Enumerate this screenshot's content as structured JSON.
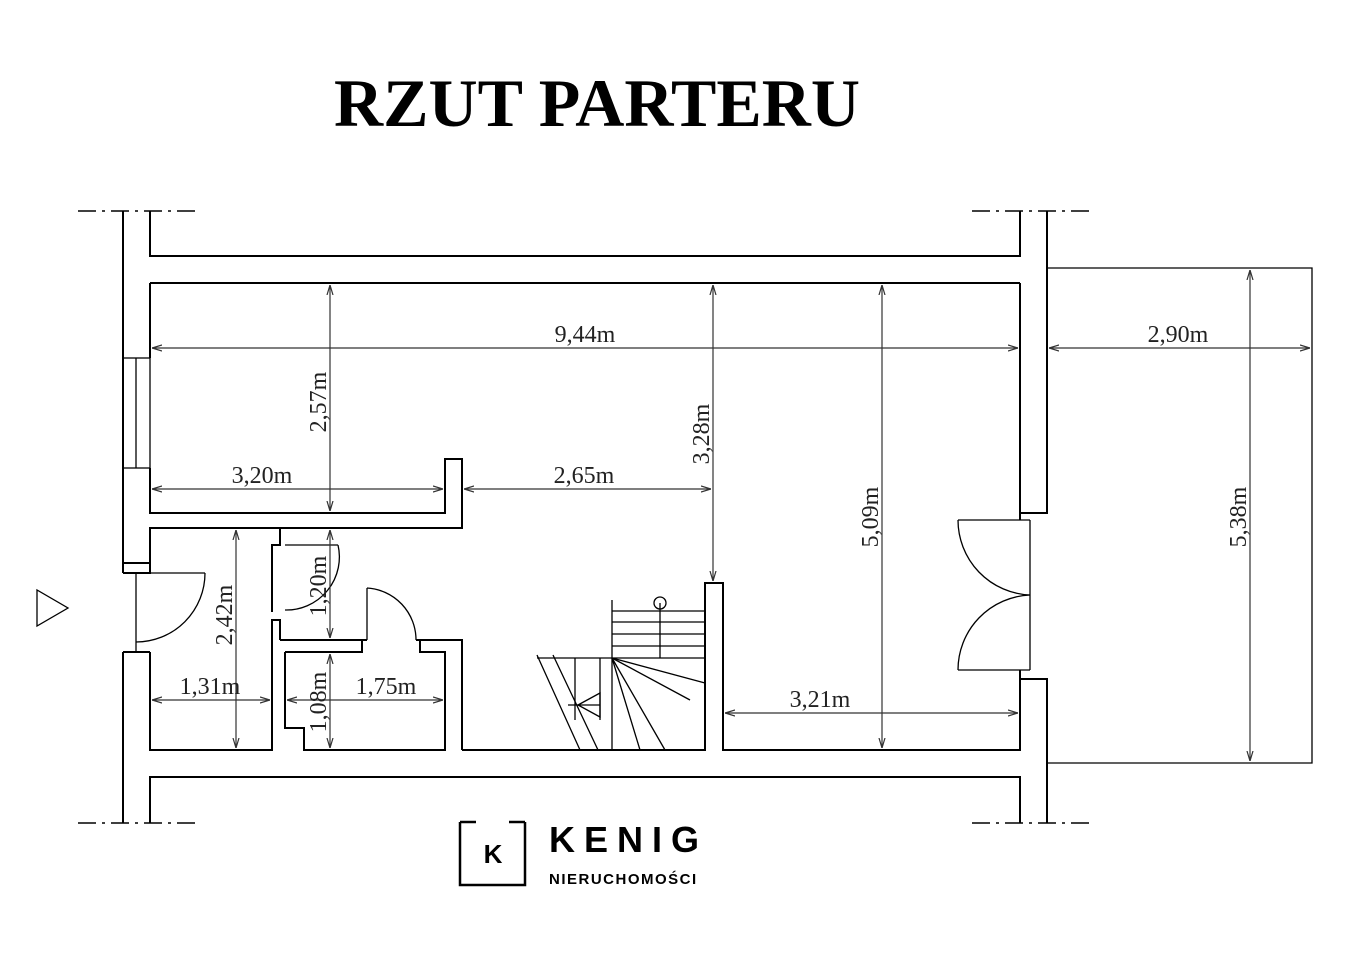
{
  "title": "RZUT PARTERU",
  "dimensions": {
    "d_9_44": "9,44m",
    "d_2_90": "2,90m",
    "d_2_57": "2,57m",
    "d_3_28": "3,28m",
    "d_3_20": "3,20m",
    "d_2_65": "2,65m",
    "d_5_09": "5,09m",
    "d_5_38": "5,38m",
    "d_1_20": "1,20m",
    "d_2_42": "2,42m",
    "d_1_31": "1,31m",
    "d_1_08": "1,08m",
    "d_1_75": "1,75m",
    "d_3_21": "3,21m"
  },
  "logo": {
    "letter": "K",
    "name": "KENIG",
    "subtitle": "NIERUCHOMOŚCI"
  },
  "icons": {
    "entrance": "entrance-triangle-icon",
    "stairs_arrow": "stairs-arrow-icon"
  }
}
